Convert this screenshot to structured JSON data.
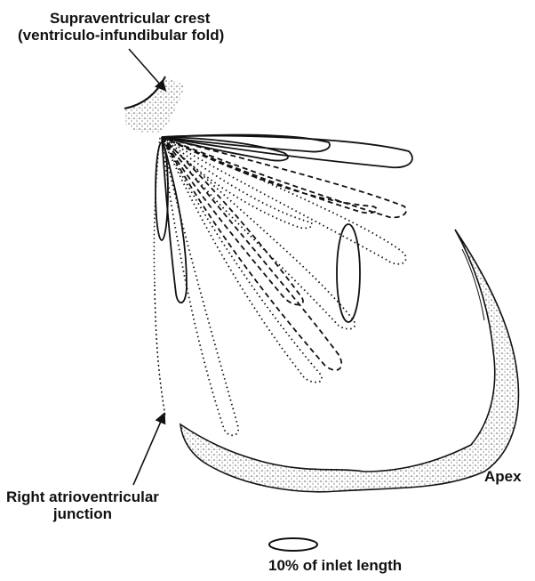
{
  "labels": {
    "crest_line1": "Supraventricular crest",
    "crest_line2": "(ventriculo-infundibular fold)",
    "junction_line1": "Right atrioventricular",
    "junction_line2": "junction",
    "apex": "Apex",
    "scale": "10% of inlet length"
  },
  "colors": {
    "ink": "#111111",
    "stipple": "#555555",
    "background": "#ffffff"
  }
}
